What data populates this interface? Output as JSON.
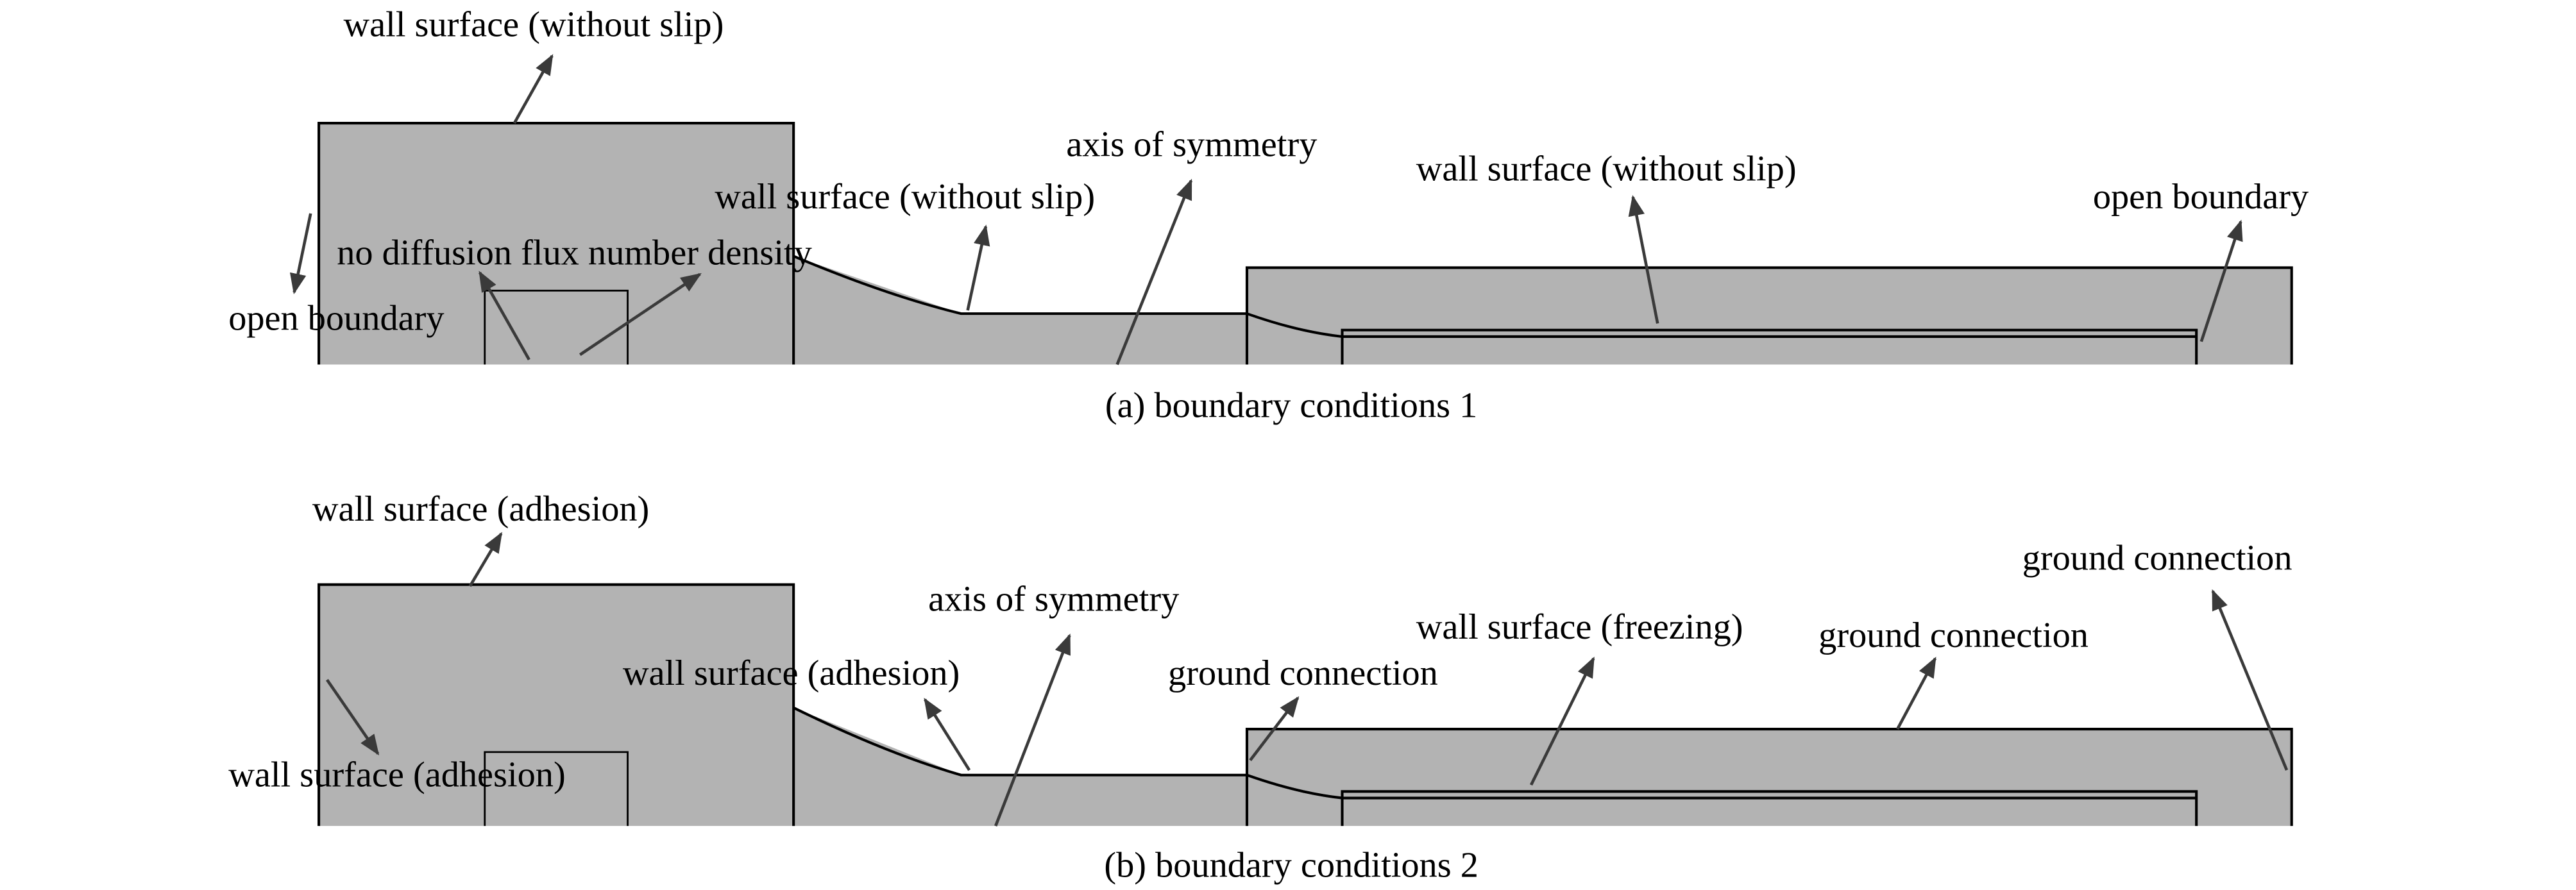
{
  "figure": {
    "panels": [
      {
        "id": "a",
        "caption": "(a) boundary conditions 1",
        "labels": [
          {
            "key": "top_wall",
            "text": "wall surface (without slip)"
          },
          {
            "key": "open_left",
            "text": "open boundary"
          },
          {
            "key": "no_diffusion",
            "text": "no diffusion flux number density"
          },
          {
            "key": "slope_wall",
            "text": "wall surface (without slip)"
          },
          {
            "key": "axis",
            "text": "axis of symmetry"
          },
          {
            "key": "right_wall",
            "text": "wall surface (without slip)"
          },
          {
            "key": "open_right",
            "text": "open boundary"
          }
        ]
      },
      {
        "id": "b",
        "caption": "(b) boundary conditions 2",
        "labels": [
          {
            "key": "top_wall",
            "text": "wall surface (adhesion)"
          },
          {
            "key": "left_wall",
            "text": "wall surface (adhesion)"
          },
          {
            "key": "slope_wall",
            "text": "wall surface (adhesion)"
          },
          {
            "key": "axis",
            "text": "axis of symmetry"
          },
          {
            "key": "ground_mid",
            "text": "ground connection"
          },
          {
            "key": "freezing",
            "text": "wall surface (freezing)"
          },
          {
            "key": "ground_top",
            "text": "ground connection"
          },
          {
            "key": "ground_right",
            "text": "ground connection"
          }
        ]
      }
    ],
    "colors": {
      "domain_fill": "#b3b3b3",
      "edge": "#000000",
      "arrow": "#3a3a3a"
    }
  }
}
